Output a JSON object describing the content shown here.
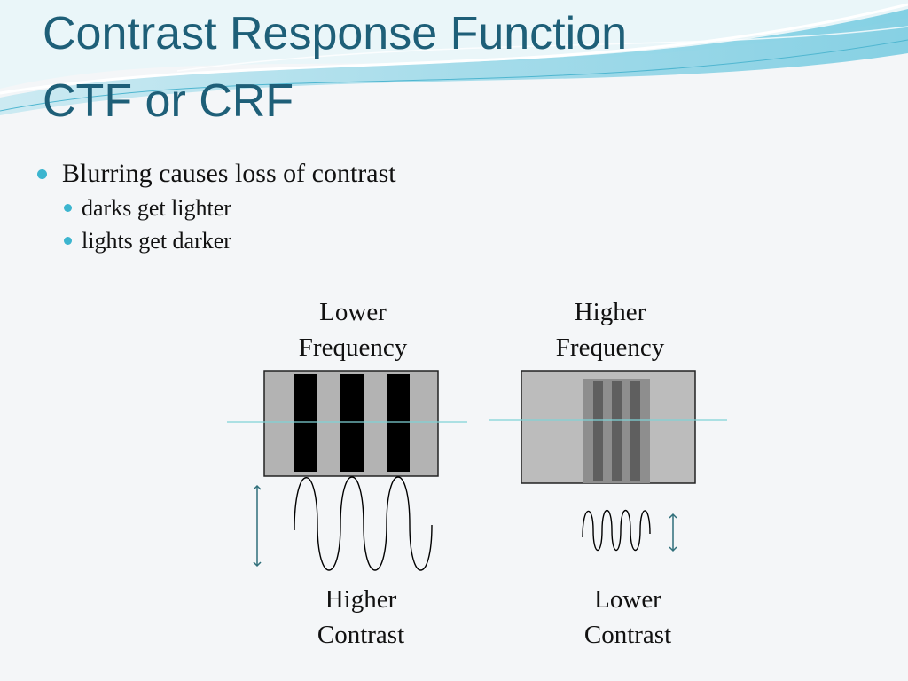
{
  "slide": {
    "title_line1": "Contrast Response Function",
    "title_line2": "CTF or CRF",
    "bullets": [
      {
        "text": "Blurring causes loss of contrast",
        "sub": [
          "darks get lighter",
          "lights get darker"
        ]
      }
    ]
  },
  "diagram": {
    "left_top_label": [
      "Lower",
      "Frequency"
    ],
    "right_top_label": [
      "Higher",
      "Frequency"
    ],
    "left_bottom_label": [
      "Higher",
      "Contrast"
    ],
    "right_bottom_label": [
      "Lower",
      "Contrast"
    ]
  },
  "colors": {
    "title": "#1e5f78",
    "bullet": "#3cb5cf",
    "accent_line": "#7fd3d6",
    "arrow": "#2f6f7a"
  }
}
